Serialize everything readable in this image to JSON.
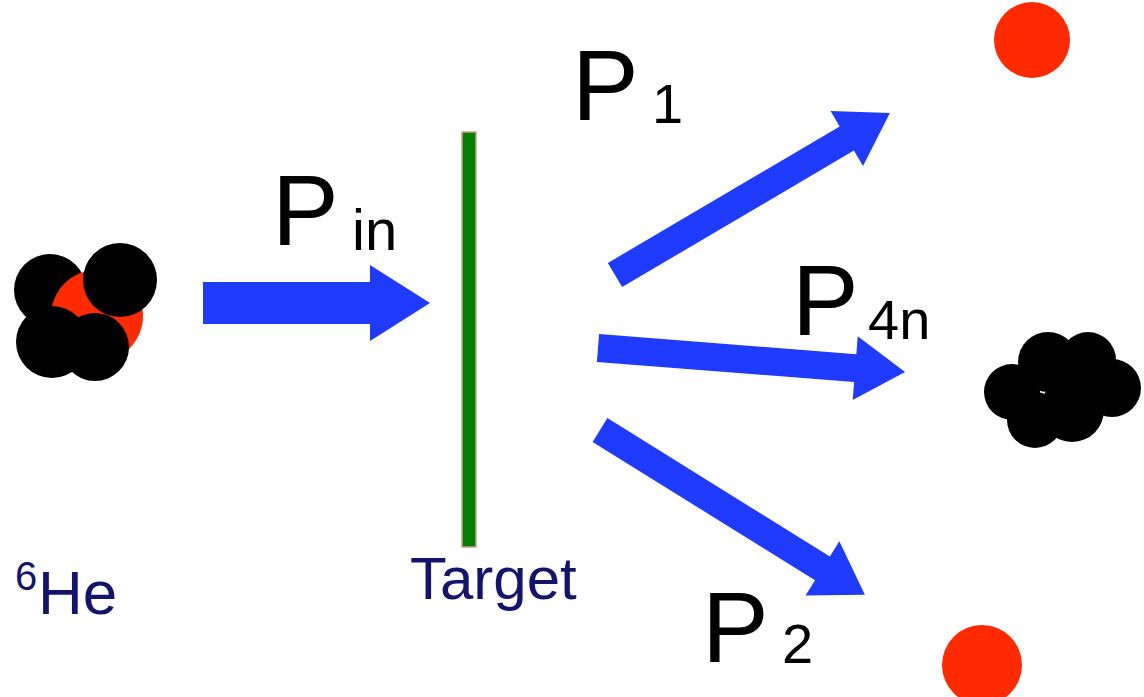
{
  "diagram": {
    "labels": [
      "6",
      "He",
      "Target",
      "P",
      "in",
      "P",
      "1",
      "P",
      "4n",
      "P",
      "2"
    ]
  }
}
